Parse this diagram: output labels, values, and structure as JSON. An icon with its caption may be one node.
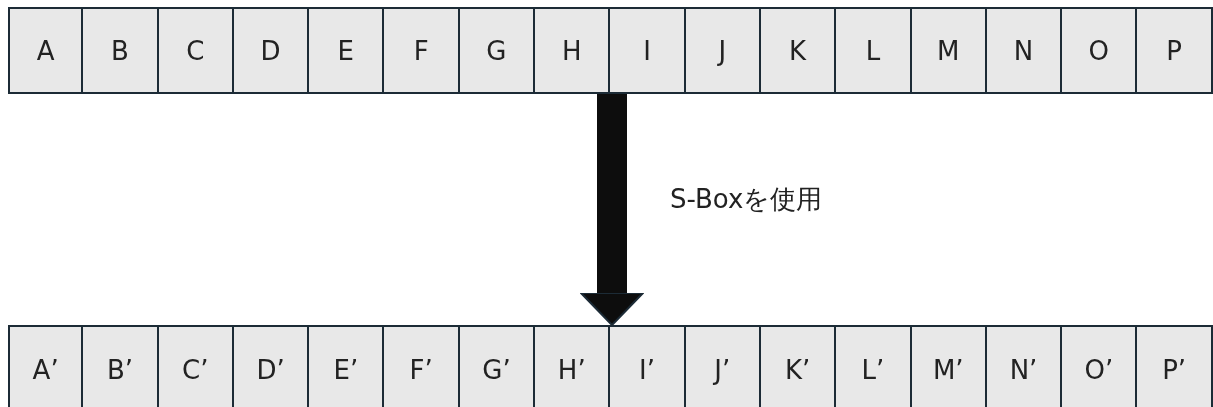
{
  "diagram": {
    "nodes": [
      {
        "text": [],
        "shape": "bar"
      },
      {
        "text": [
          "A"
        ],
        "in": 0
      },
      {
        "text": [
          "B"
        ],
        "in": 0
      },
      {
        "text": [
          "C"
        ],
        "in": 0
      },
      {
        "text": [
          "D"
        ],
        "in": 0
      },
      {
        "text": [
          "E"
        ],
        "in": 0
      },
      {
        "text": [
          "F"
        ],
        "in": 0
      },
      {
        "text": [
          "G"
        ],
        "in": 0
      },
      {
        "text": [
          "H"
        ],
        "in": 0
      },
      {
        "text": [
          "I"
        ],
        "in": 0
      },
      {
        "text": [
          "J"
        ],
        "in": 0
      },
      {
        "text": [
          "K"
        ],
        "in": 0
      },
      {
        "text": [
          "L"
        ],
        "in": 0
      },
      {
        "text": [
          "M"
        ],
        "in": 0
      },
      {
        "text": [
          "N"
        ],
        "in": 0
      },
      {
        "text": [
          "O"
        ],
        "in": 0
      },
      {
        "text": [
          "P"
        ],
        "in": 0
      },
      {
        "text": [],
        "shape": "bar"
      },
      {
        "text": [
          "A’"
        ],
        "in": 17
      },
      {
        "text": [
          "B’"
        ],
        "in": 17
      },
      {
        "text": [
          "C’"
        ],
        "in": 17
      },
      {
        "text": [
          "D’"
        ],
        "in": 17
      },
      {
        "text": [
          "E’"
        ],
        "in": 17
      },
      {
        "text": [
          "F’"
        ],
        "in": 17
      },
      {
        "text": [
          "G’"
        ],
        "in": 17
      },
      {
        "text": [
          "H’"
        ],
        "in": 17
      },
      {
        "text": [
          "I’"
        ],
        "in": 17
      },
      {
        "text": [
          "J’"
        ],
        "in": 17
      },
      {
        "text": [
          "K’"
        ],
        "in": 17
      },
      {
        "text": [
          "L’"
        ],
        "in": 17
      },
      {
        "text": [
          "M’"
        ],
        "in": 17
      },
      {
        "text": [
          "N’"
        ],
        "in": 17
      },
      {
        "text": [
          "O’"
        ],
        "in": 17
      },
      {
        "text": [
          "P’"
        ],
        "in": 17
      }
    ],
    "edges": [
      {
        "from": 0,
        "to": 17,
        "arrow": "to",
        "label": "S-Boxを使用"
      }
    ]
  }
}
